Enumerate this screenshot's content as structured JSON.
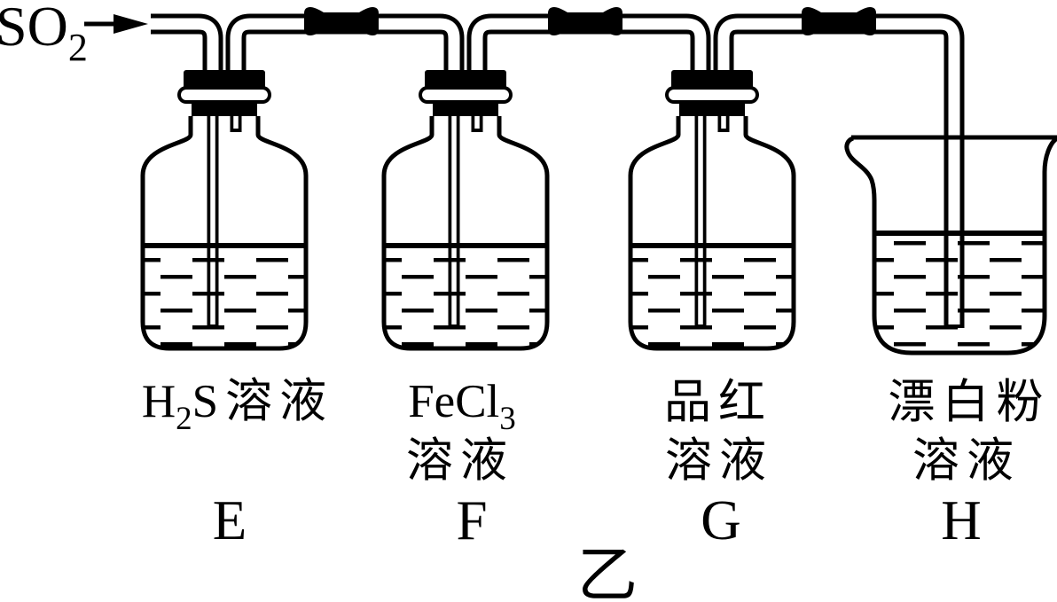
{
  "colors": {
    "ink": "#000000",
    "background": "#ffffff"
  },
  "gas_input": {
    "base": "SO",
    "sub": "2"
  },
  "figure_label": "乙",
  "vessels": [
    {
      "letter": "E",
      "type": "gas-washing-bottle",
      "solution": "H2S溶液",
      "label": {
        "base": "H",
        "sub": "2",
        "rest": "S溶液"
      }
    },
    {
      "letter": "F",
      "type": "gas-washing-bottle",
      "solution": "FeCl3溶液",
      "label": {
        "base": "FeCl",
        "sub": "3"
      },
      "line2": "溶液"
    },
    {
      "letter": "G",
      "type": "gas-washing-bottle",
      "solution": "品红溶液",
      "line1": "品红",
      "line2": "溶液"
    },
    {
      "letter": "H",
      "type": "beaker",
      "solution": "漂白粉溶液",
      "line1": "漂白粉",
      "line2": "溶液"
    }
  ]
}
